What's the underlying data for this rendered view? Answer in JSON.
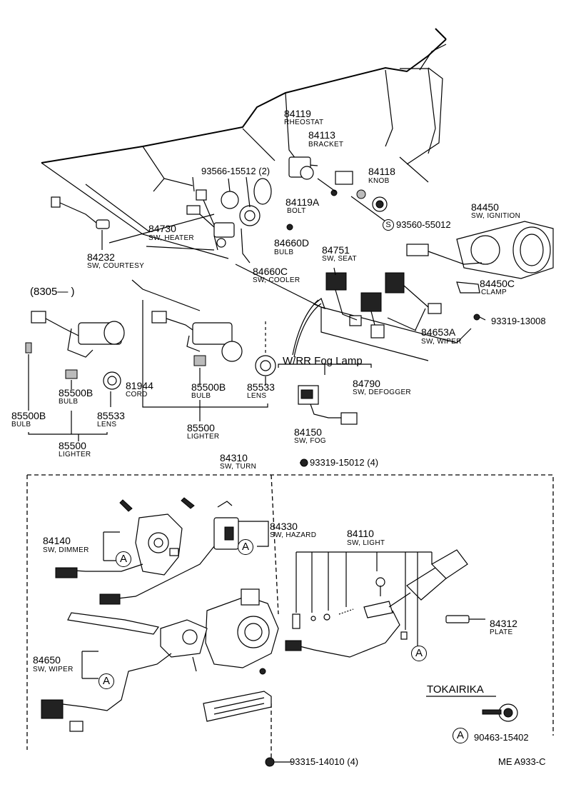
{
  "labels": {
    "p84119": {
      "num": "84119",
      "sub": "RHEOSTAT"
    },
    "p84113": {
      "num": "84113",
      "sub": "BRACKET"
    },
    "p84118": {
      "num": "84118",
      "sub": "KNOB"
    },
    "p93566": {
      "num": "93566-15512 (2)"
    },
    "p84119A": {
      "num": "84119A",
      "sub": "BOLT"
    },
    "p93560": {
      "num": "93560-55012",
      "prefix": "S"
    },
    "p84450": {
      "num": "84450",
      "sub": "SW, IGNITION"
    },
    "p84730": {
      "num": "84730",
      "sub": "SW, HEATER"
    },
    "p84660D": {
      "num": "84660D",
      "sub": "BULB"
    },
    "p84232": {
      "num": "84232",
      "sub": "SW, COURTESY"
    },
    "p84751": {
      "num": "84751",
      "sub": "SW, SEAT"
    },
    "p84660C": {
      "num": "84660C",
      "sub": "SW, COOLER"
    },
    "p84450C": {
      "num": "84450C",
      "sub": "CLAMP"
    },
    "p93319a": {
      "num": "93319-13008"
    },
    "p8305": {
      "num": "(8305—      )"
    },
    "p84653A": {
      "num": "84653A",
      "sub": "SW, WIPER"
    },
    "wrr": {
      "text": "W/RR  Fog Lamp"
    },
    "p84790": {
      "num": "84790",
      "sub": "SW, DEFOGGER"
    },
    "p81944": {
      "num": "81944",
      "sub": "CORD"
    },
    "p85500B_2": {
      "num": "85500B",
      "sub": "BULB"
    },
    "p85533_2": {
      "num": "85533",
      "sub": "LENS"
    },
    "p85500B_1": {
      "num": "85500B",
      "sub": "BULB"
    },
    "p85500B_0": {
      "num": "85500B",
      "sub": "BULB"
    },
    "p85533_1": {
      "num": "85533",
      "sub": "LENS"
    },
    "p85500_2": {
      "num": "85500",
      "sub": "LIGHTER"
    },
    "p85500_1": {
      "num": "85500",
      "sub": "LIGHTER"
    },
    "p84150": {
      "num": "84150",
      "sub": "SW, FOG"
    },
    "p84310": {
      "num": "84310",
      "sub": "SW, TURN"
    },
    "p93319b": {
      "num": "93319-15012 (4)"
    },
    "p84140": {
      "num": "84140",
      "sub": "SW, DIMMER"
    },
    "p84330": {
      "num": "84330",
      "sub": "SW, HAZARD"
    },
    "p84110": {
      "num": "84110",
      "sub": "SW, LIGHT"
    },
    "p84312": {
      "num": "84312",
      "sub": "PLATE"
    },
    "p84650": {
      "num": "84650",
      "sub": "SW, WIPER"
    },
    "tokai": {
      "text": "TOKAIRIKA"
    },
    "p90463": {
      "num": "90463-15402"
    },
    "p93315": {
      "num": "93315-14010 (4)"
    },
    "code": {
      "text": "ME  A933-C"
    }
  },
  "markers": {
    "a": "A",
    "s": "S"
  }
}
